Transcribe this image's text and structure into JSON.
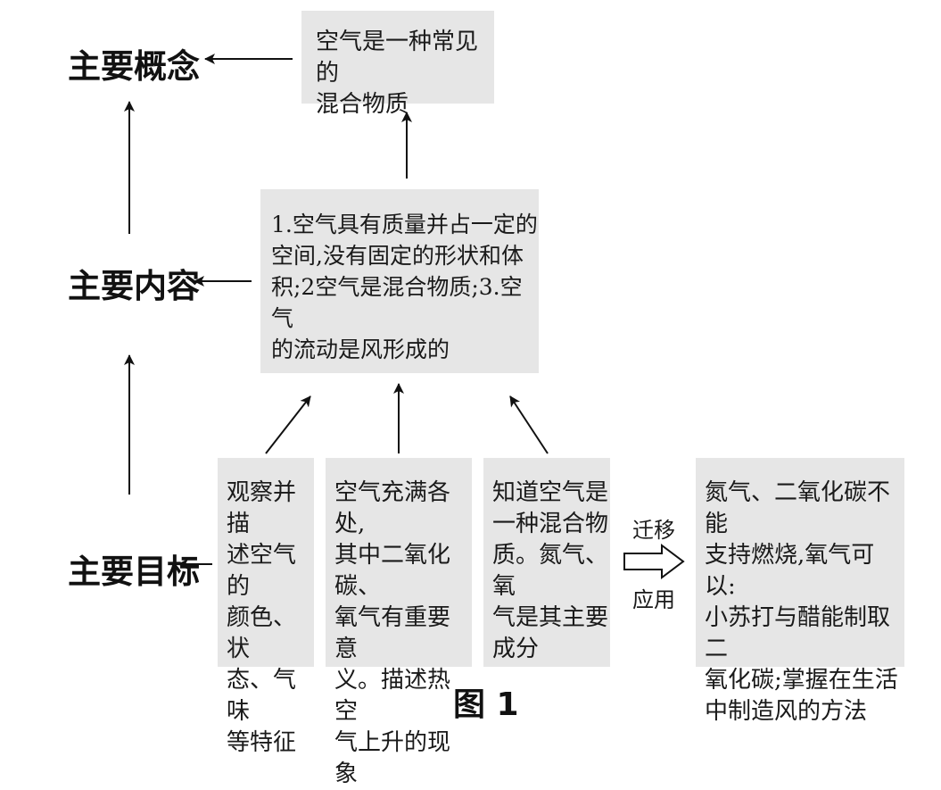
{
  "labels": {
    "concept": "主要概念",
    "content": "主要内容",
    "goal": "主要目标"
  },
  "concept_box": [
    "空气是一种常见的",
    "混合物质"
  ],
  "content_box": [
    "1.空气具有质量并占一定的",
    "空间,没有固定的形状和体",
    "积;2空气是混合物质;3.空气",
    "的流动是风形成的"
  ],
  "goal_boxes": [
    [
      "观察并描",
      "述空气的",
      "颜色、状",
      "态、气味",
      "等特征"
    ],
    [
      "空气充满各处,",
      "其中二氧化碳、",
      "氧气有重要意",
      "义。描述热空",
      "气上升的现象"
    ],
    [
      "知道空气是",
      "一种混合物",
      "质。氮气、氧",
      "气是其主要",
      "成分"
    ]
  ],
  "transfer": {
    "top": "迁移",
    "bottom": "应用"
  },
  "application_box": [
    "氮气、二氧化碳不能",
    "支持燃烧,氧气可以:",
    "小苏打与醋能制取二",
    "氧化碳;掌握在生活",
    "中制造风的方法"
  ],
  "caption": "图 1"
}
